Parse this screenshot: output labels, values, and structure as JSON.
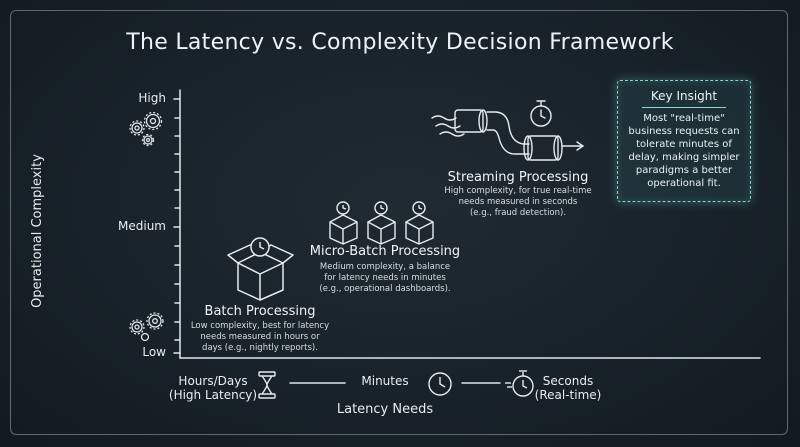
{
  "title": "The Latency vs. Complexity Decision Framework",
  "y_axis": {
    "label": "Operational Complexity",
    "ticks": [
      "High",
      "Medium",
      "Low"
    ]
  },
  "x_axis": {
    "label": "Latency Needs",
    "ticks": [
      {
        "line1": "Hours/Days",
        "line2": "(High Latency)"
      },
      {
        "line1": "Minutes",
        "line2": ""
      },
      {
        "line1": "Seconds",
        "line2": "(Real-time)"
      }
    ]
  },
  "paradigms": [
    {
      "name": "Batch Processing",
      "description_lines": [
        "Low complexity, best for latency",
        "needs measured in hours or",
        "days (e.g., nightly reports)."
      ]
    },
    {
      "name": "Micro-Batch Processing",
      "description_lines": [
        "Medium complexity, a balance",
        "for latency needs in minutes",
        "(e.g., operational dashboards)."
      ]
    },
    {
      "name": "Streaming Processing",
      "description_lines": [
        "High complexity, for true real-time",
        "needs measured in seconds",
        "(e.g., fraud detection)."
      ]
    }
  ],
  "insight": {
    "title": "Key Insight",
    "lines": [
      "Most \"real-time\"",
      "business requests can",
      "tolerate minutes of",
      "delay, making simpler",
      "paradigms a better",
      "operational fit."
    ]
  },
  "colors": {
    "background": "#18222a",
    "ink": "#e6ecef",
    "accent": "#7fd8cf"
  }
}
